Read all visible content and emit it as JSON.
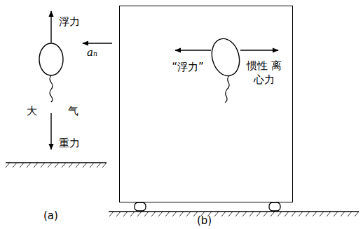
{
  "diagram": {
    "nodes": [
      {
        "text": [
          "“浮力”",
          "惯性 离心力"
        ]
      }
    ],
    "labels": [
      "浮力",
      "大",
      "气",
      "重力",
      "(a)",
      "aₙ",
      "(b)"
    ]
  }
}
